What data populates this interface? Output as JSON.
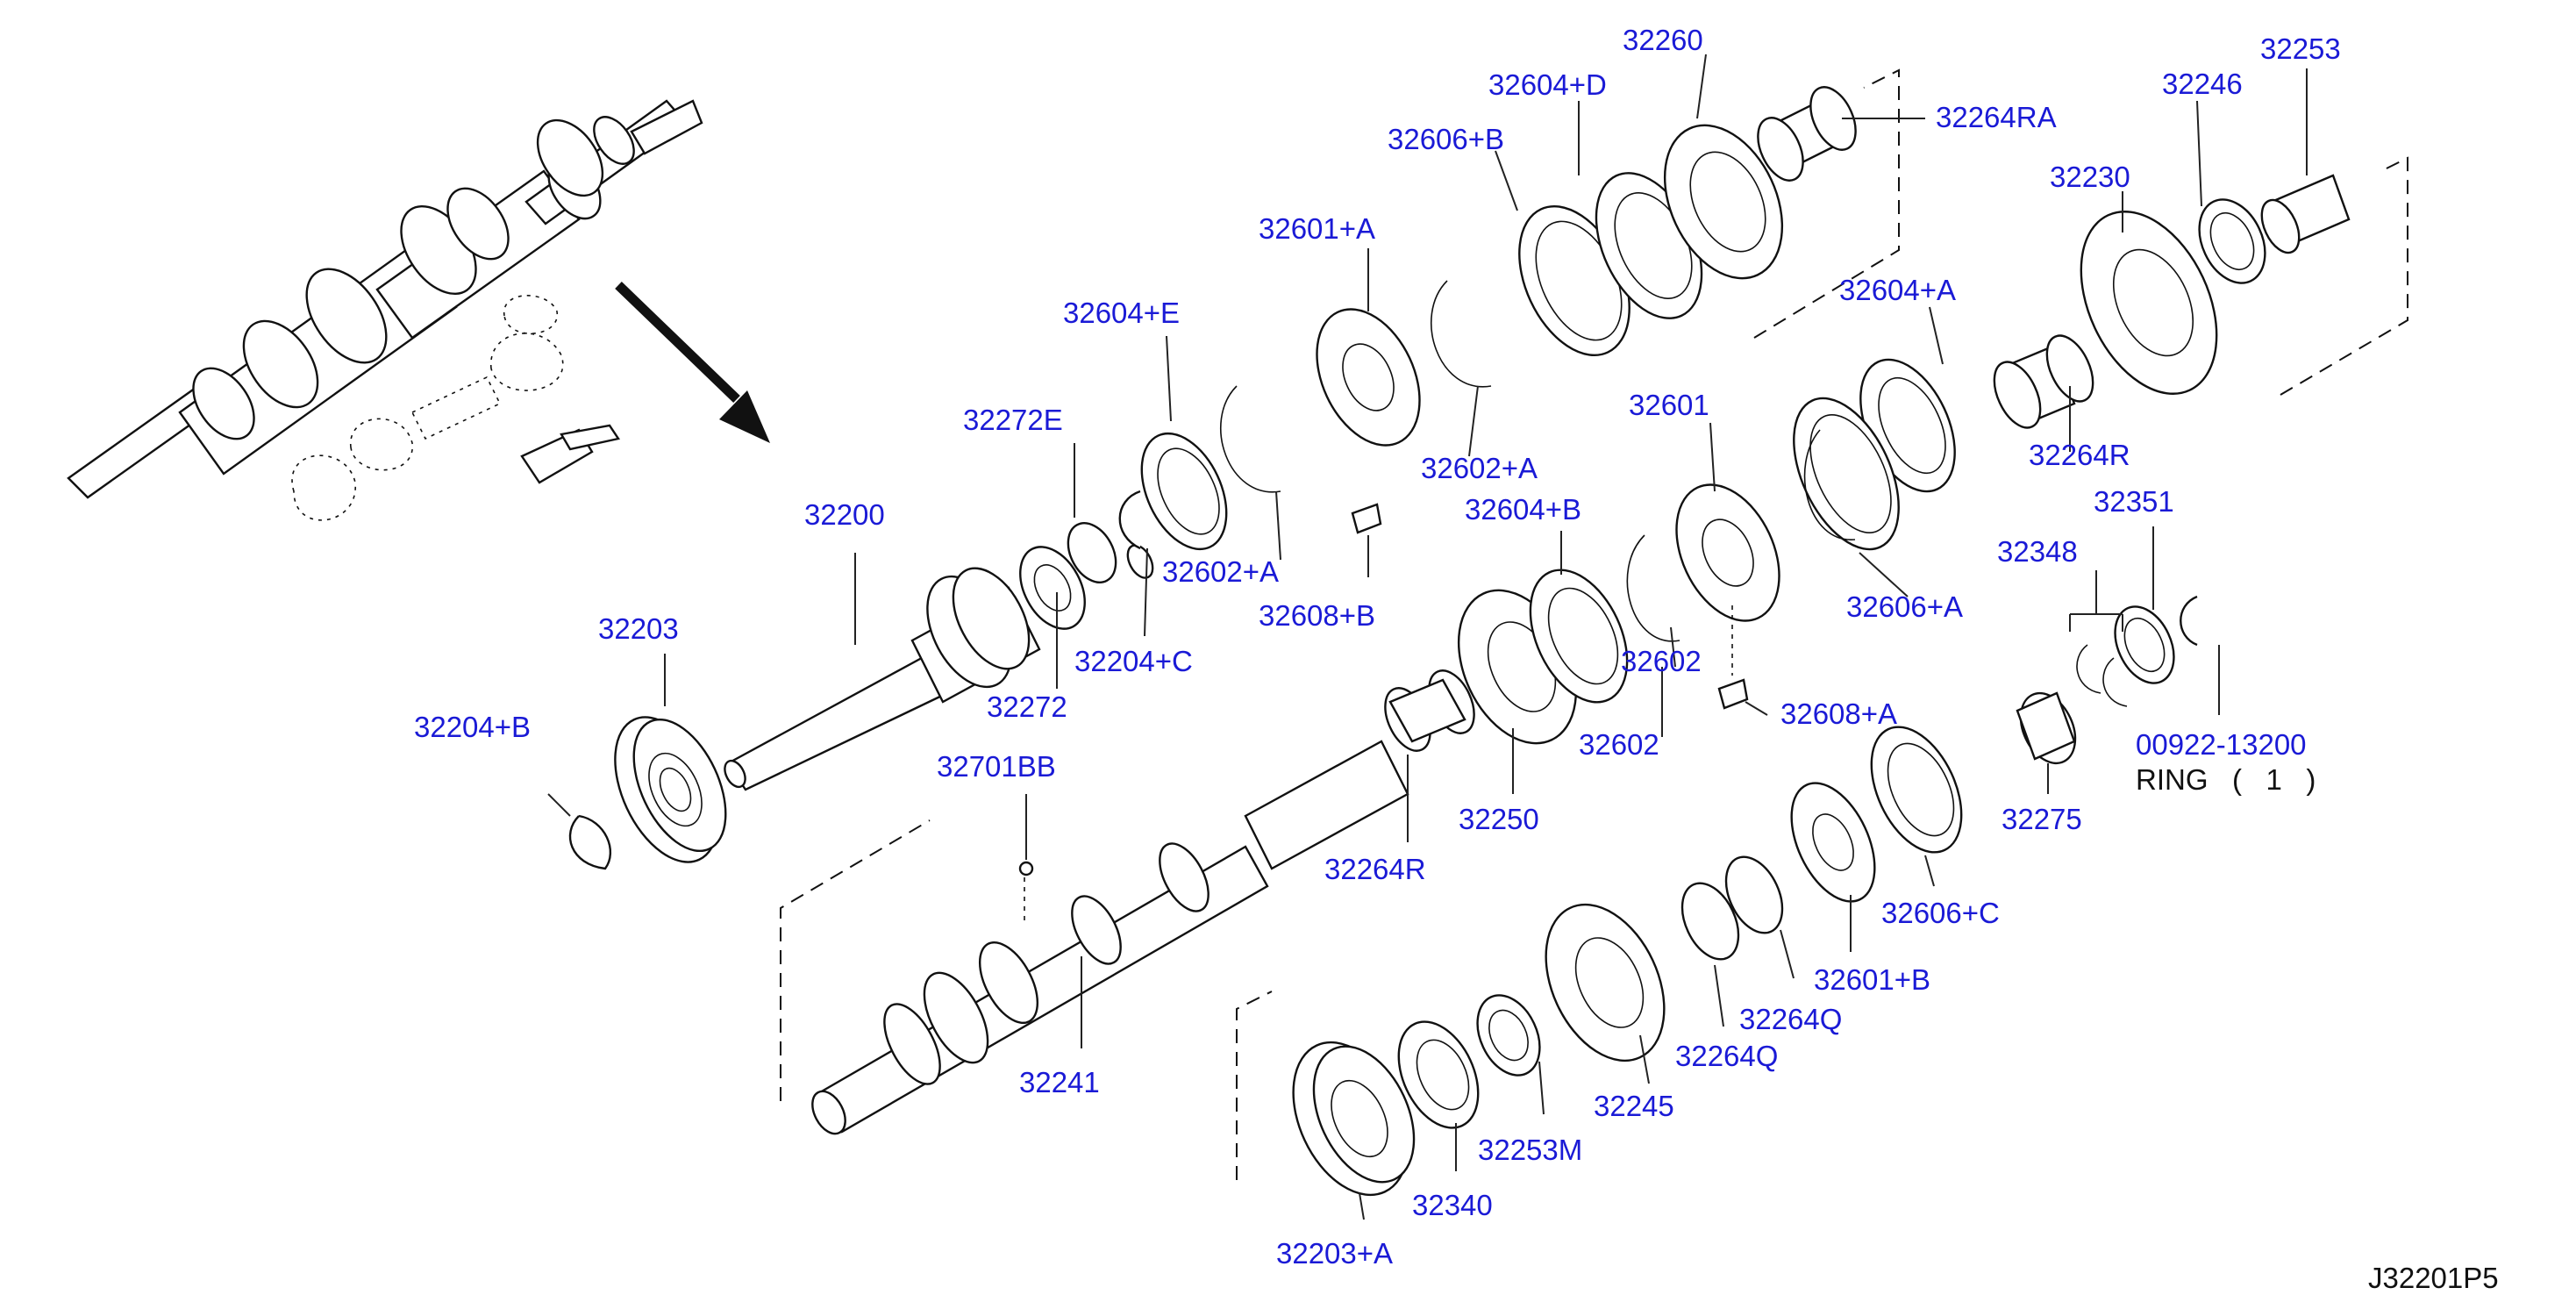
{
  "colors": {
    "label": "#1a1ad6",
    "note": "#111111",
    "line": "#222222"
  },
  "diagram_code": "J32201P5",
  "note": {
    "part": "00922-13200",
    "text": "RING   (   1   )"
  },
  "parts": [
    {
      "id": "32260",
      "label": "32260"
    },
    {
      "id": "32604-D",
      "label": "32604+D"
    },
    {
      "id": "32606-B",
      "label": "32606+B"
    },
    {
      "id": "32264RA",
      "label": "32264RA"
    },
    {
      "id": "32246",
      "label": "32246"
    },
    {
      "id": "32253",
      "label": "32253"
    },
    {
      "id": "32601-A",
      "label": "32601+A"
    },
    {
      "id": "32230",
      "label": "32230"
    },
    {
      "id": "32604-E",
      "label": "32604+E"
    },
    {
      "id": "32604-A",
      "label": "32604+A"
    },
    {
      "id": "32272E",
      "label": "32272E"
    },
    {
      "id": "32602-A-top",
      "label": "32602+A"
    },
    {
      "id": "32601",
      "label": "32601"
    },
    {
      "id": "32264R-top",
      "label": "32264R"
    },
    {
      "id": "32200",
      "label": "32200"
    },
    {
      "id": "32604-B",
      "label": "32604+B"
    },
    {
      "id": "32351",
      "label": "32351"
    },
    {
      "id": "32602-A",
      "label": "32602+A"
    },
    {
      "id": "32348",
      "label": "32348"
    },
    {
      "id": "32203",
      "label": "32203"
    },
    {
      "id": "32608-B",
      "label": "32608+B"
    },
    {
      "id": "32606-A",
      "label": "32606+A"
    },
    {
      "id": "32204-C",
      "label": "32204+C"
    },
    {
      "id": "32602-mid",
      "label": "32602"
    },
    {
      "id": "32272",
      "label": "32272"
    },
    {
      "id": "32608-A",
      "label": "32608+A"
    },
    {
      "id": "32204-B",
      "label": "32204+B"
    },
    {
      "id": "32602",
      "label": "32602"
    },
    {
      "id": "32701BB",
      "label": "32701BB"
    },
    {
      "id": "32250",
      "label": "32250"
    },
    {
      "id": "32275",
      "label": "32275"
    },
    {
      "id": "32264R",
      "label": "32264R"
    },
    {
      "id": "32606-C",
      "label": "32606+C"
    },
    {
      "id": "32601-B",
      "label": "32601+B"
    },
    {
      "id": "32264Q-1",
      "label": "32264Q"
    },
    {
      "id": "32264Q-2",
      "label": "32264Q"
    },
    {
      "id": "32241",
      "label": "32241"
    },
    {
      "id": "32245",
      "label": "32245"
    },
    {
      "id": "32253M",
      "label": "32253M"
    },
    {
      "id": "32340",
      "label": "32340"
    },
    {
      "id": "32203-A",
      "label": "32203+A"
    }
  ]
}
